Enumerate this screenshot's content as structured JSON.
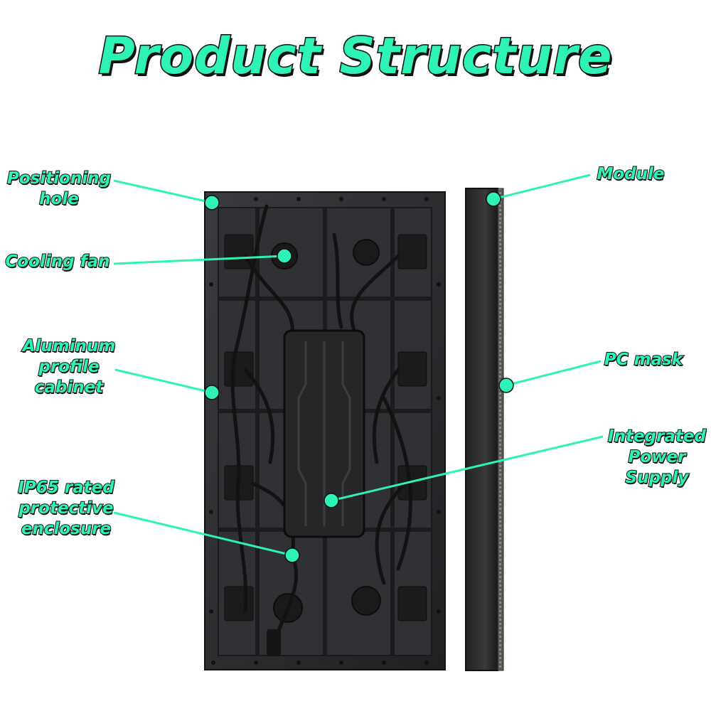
{
  "title": "Product Structure",
  "labels": {
    "positioning_hole": [
      "Positioning",
      "hole"
    ],
    "cooling_fan": [
      "Cooling fan"
    ],
    "aluminum_cabinet": [
      "Aluminum",
      "profile",
      "cabinet"
    ],
    "ip65_enclosure": [
      "IP65 rated",
      "protective",
      "enclosure"
    ],
    "module": [
      "Module"
    ],
    "pc_mask": [
      "PC mask"
    ],
    "power_supply": [
      "Integrated",
      "Power",
      "Supply"
    ]
  },
  "colors": {
    "accent": "#2ef2b6",
    "outline": "#111111",
    "cabinet": "#2a2b2d"
  }
}
